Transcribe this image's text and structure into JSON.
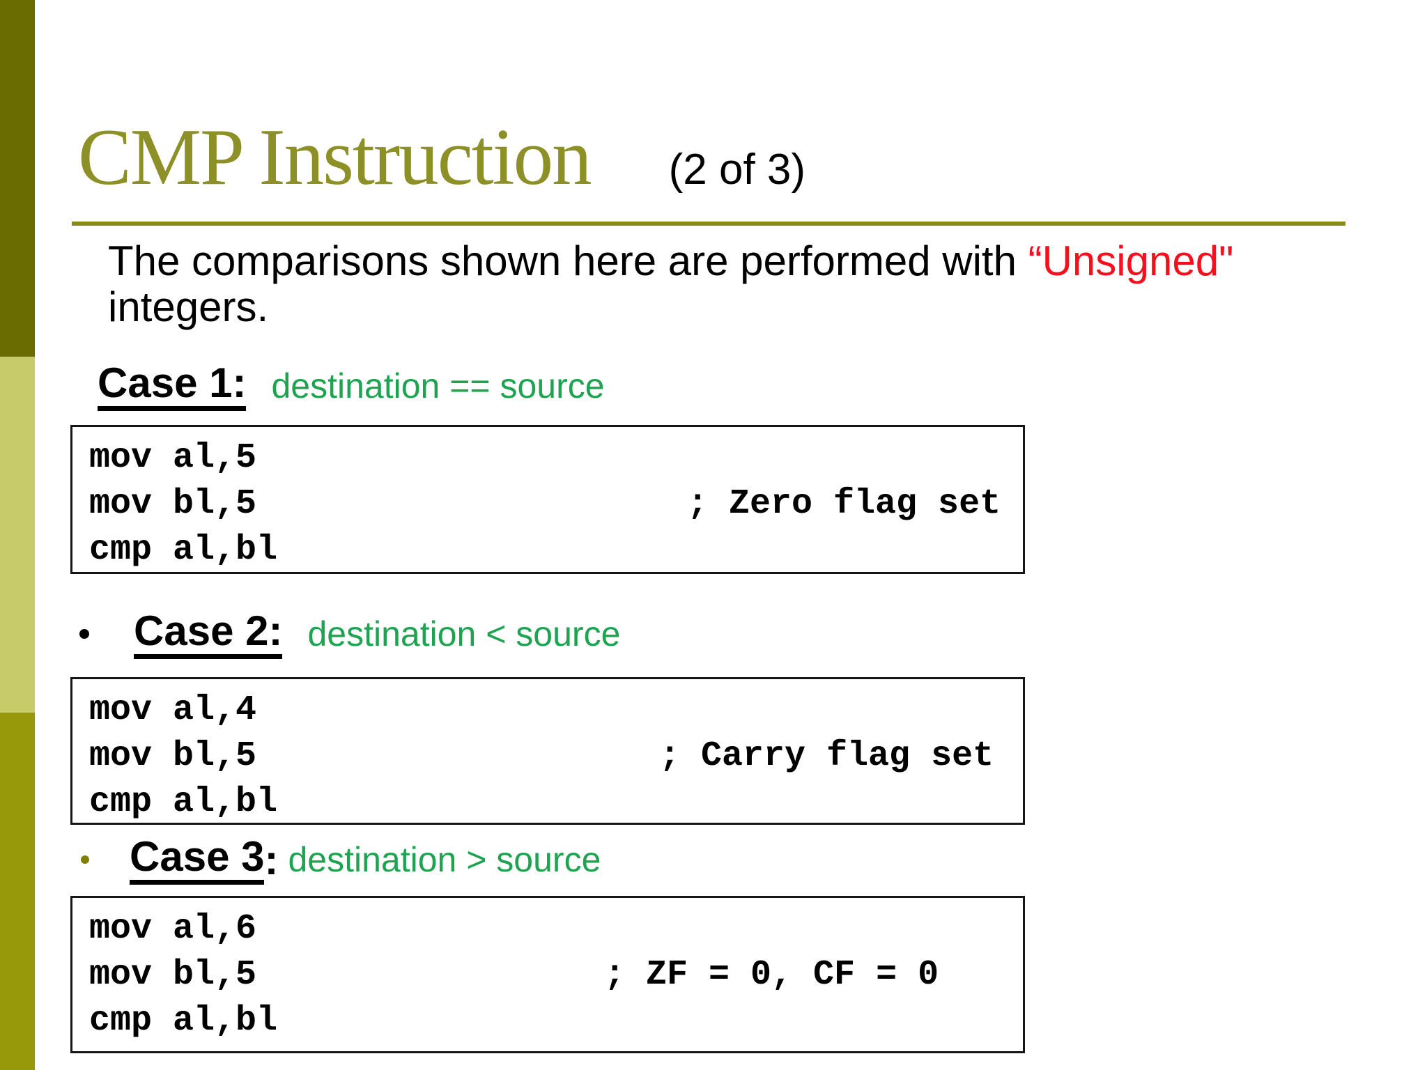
{
  "colors": {
    "title_olive": "#8D8F27",
    "rule_olive": "#8A8C1A",
    "sidebar_top": "#6A6B01",
    "sidebar_mid": "#C8CB69",
    "sidebar_bottom": "#98990A",
    "bullet_olive": "#7F8000",
    "highlight_red": "#FA0D1C",
    "condition_green": "#1EA351"
  },
  "title": {
    "main": "CMP Instruction",
    "suffix": "(2 of 3)"
  },
  "intro": {
    "line1": "The comparisons shown here are performed with ",
    "highlight": "“Unsigned\"",
    "line2": "integers."
  },
  "cases": [
    {
      "label": "Case 1:",
      "after_label": "",
      "condition": "destination == source"
    },
    {
      "label": "Case 2:",
      "after_label": "",
      "condition": "destination < source"
    },
    {
      "label": "Case 3",
      "after_label": ":",
      "condition": "destination > source"
    }
  ],
  "code_blocks": [
    {
      "lines": [
        "mov al,5",
        "mov bl,5",
        "cmp al,bl"
      ],
      "comment": "; Zero flag set"
    },
    {
      "lines": [
        "mov al,4",
        "mov bl,5",
        "cmp al,bl"
      ],
      "comment": "; Carry flag set"
    },
    {
      "lines": [
        "mov al,6",
        "mov bl,5",
        "cmp al,bl"
      ],
      "comment": "; ZF = 0, CF = 0"
    }
  ]
}
